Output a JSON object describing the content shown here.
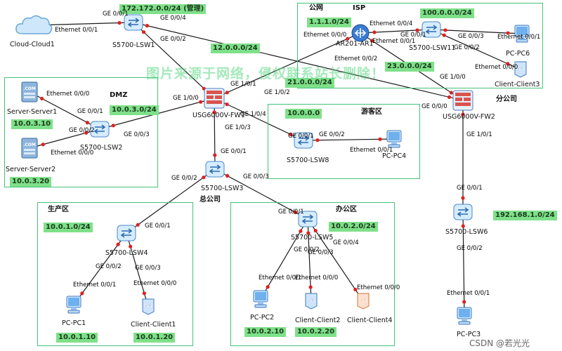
{
  "regions": [
    {
      "key": "isp",
      "title": "公网",
      "badge": "ISP"
    },
    {
      "key": "dmz",
      "title": "DMZ"
    },
    {
      "key": "guest",
      "title": "游客区"
    },
    {
      "key": "prod",
      "title": "生产区"
    },
    {
      "key": "office",
      "title": "办公区"
    },
    {
      "key": "branch",
      "title": "分公司"
    }
  ],
  "subnet_labels": {
    "mgmt": "172.172.0.0/24 (管理)",
    "isp_left": "1.1.1.0/24",
    "isp_right": "100.0.0.0/24",
    "link12": "12.0.0.0/24",
    "link23": "23.0.0.0/24",
    "link21": "21.0.0.0/24",
    "dmz": "10.0.3.0/24",
    "guest": "10.0.0.0",
    "prod": "10.0.1.0/24",
    "office": "10.0.2.0/24",
    "branch": "192.168.1.0/24",
    "hq": "总公司"
  },
  "devices": {
    "cloud": {
      "name": "Cloud-Cloud1"
    },
    "lsw1": {
      "name": "S5700-LSW1"
    },
    "ar": {
      "name": "AR201-AR1"
    },
    "lsw11": {
      "name": "S5700-LSW11"
    },
    "pc6": {
      "name": "PC-PC6"
    },
    "client3": {
      "name": "Client-Client3"
    },
    "server1": {
      "name": "Server-Server1",
      "ip": "10.0.3.10"
    },
    "server2": {
      "name": "Server-Server2",
      "ip": "10.0.3.20"
    },
    "lsw2": {
      "name": "S5700-LSW2"
    },
    "fw1": {
      "name": "USG6000V-FW1"
    },
    "fw2": {
      "name": "USG6000V-FW2"
    },
    "lsw8": {
      "name": "S5700-LSW8"
    },
    "pc4": {
      "name": "PC-PC4"
    },
    "lsw3": {
      "name": "S5700-LSW3"
    },
    "lsw4": {
      "name": "S5700-LSW4"
    },
    "lsw5": {
      "name": "S5700-LSW5"
    },
    "lsw6": {
      "name": "S5700-LSW6"
    },
    "pc1": {
      "name": "PC-PC1",
      "ip": "10.0.1.10"
    },
    "client1": {
      "name": "Client-Client1",
      "ip": "10.0.1.20"
    },
    "pc2": {
      "name": "PC-PC2",
      "ip": "10.0.2.10"
    },
    "client2": {
      "name": "Client-Client2",
      "ip": "10.0.2.20"
    },
    "client4": {
      "name": "Client-Client4"
    },
    "pc3": {
      "name": "PC-PC3"
    }
  },
  "interfaces": {
    "cloud_e001": "Ethernet 0/0/1",
    "lsw1_ge001": "GE 0/0/1",
    "lsw1_ge004": "GE 0/0/4",
    "lsw1_ge002": "GE 0/0/2",
    "ar_e000": "Ethernet 0/0/0",
    "ar_e004": "Ethernet 0/0/4",
    "ar_e001": "Ethernet 0/0/1",
    "ar_e002": "Ethernet 0/0/2",
    "lsw11_ge001": "GE 0/0/1",
    "lsw11_ge003": "GE 0/0/3",
    "lsw11_ge002": "GE 0/0/2",
    "pc6_e001": "Ethernet 0/0/1",
    "client3_e000": "Ethernet 0/0/0",
    "fw1_ge101": "GE 1/0/1",
    "fw1_ge102": "GE 1/0/2",
    "fw1_ge100": "GE 1/0/0",
    "fw1_ge104": "GE 1/0/4",
    "fw1_ge103": "GE 1/0/3",
    "fw2_ge100": "GE 1/0/0",
    "fw2_ge000": "GE 0/0/0",
    "fw2_ge101": "GE 1/0/1",
    "server1_e000": "Ethernet 0/0/0",
    "lsw2_ge001": "GE 0/0/1",
    "lsw2_ge002": "GE 0/0/2",
    "lsw2_ge003": "GE 0/0/3",
    "server2_e000": "Ethernet 0/0/0",
    "lsw8_ge001": "GE 0/0/1",
    "lsw8_ge002": "GE 0/0/2",
    "pc4_e001": "Ethernet 0/0/1",
    "lsw3_ge001": "GE 0/0/1",
    "lsw3_ge002": "GE 0/0/2",
    "lsw3_ge003": "GE 0/0/3",
    "lsw4_ge001": "GE 0/0/1",
    "lsw4_ge002": "GE 0/0/2",
    "lsw4_ge003": "GE 0/0/3",
    "pc1_e001": "Ethernet 0/0/1",
    "client1_e000": "Ethernet 0/0/0",
    "lsw5_ge001": "GE 0/0/1",
    "lsw5_ge002": "GE 0/0/2",
    "lsw5_ge003": "GE 0/0/3",
    "lsw5_ge004": "GE 0/0/4",
    "pc2_e001": "Ethernet 0/0/1",
    "client2_e000": "Ethernet 0/0/0",
    "client4_e000": "Ethernet 0/0/0",
    "lsw6_ge001": "GE 0/0/1",
    "lsw6_ge002": "GE 0/0/2",
    "pc3_e001": "Ethernet 0/0/1"
  },
  "topology": {
    "links": [
      [
        "cloud",
        "lsw1"
      ],
      [
        "lsw1",
        "fw1"
      ],
      [
        "lsw1",
        "fw2"
      ],
      [
        "ar",
        "fw1"
      ],
      [
        "ar",
        "fw2"
      ],
      [
        "ar",
        "lsw11"
      ],
      [
        "lsw11",
        "pc6"
      ],
      [
        "lsw11",
        "client3"
      ],
      [
        "server1",
        "lsw2"
      ],
      [
        "server2",
        "lsw2"
      ],
      [
        "lsw2",
        "fw1"
      ],
      [
        "fw1",
        "lsw8"
      ],
      [
        "lsw8",
        "pc4"
      ],
      [
        "fw1",
        "lsw3"
      ],
      [
        "lsw3",
        "lsw4"
      ],
      [
        "lsw3",
        "lsw5"
      ],
      [
        "lsw4",
        "pc1"
      ],
      [
        "lsw4",
        "client1"
      ],
      [
        "lsw5",
        "pc2"
      ],
      [
        "lsw5",
        "client2"
      ],
      [
        "lsw5",
        "client4"
      ],
      [
        "fw2",
        "lsw6"
      ],
      [
        "lsw6",
        "pc3"
      ]
    ]
  },
  "watermark": "图片来源于网络，侵权联系站长删除！",
  "credit": "CSDN @若光光"
}
